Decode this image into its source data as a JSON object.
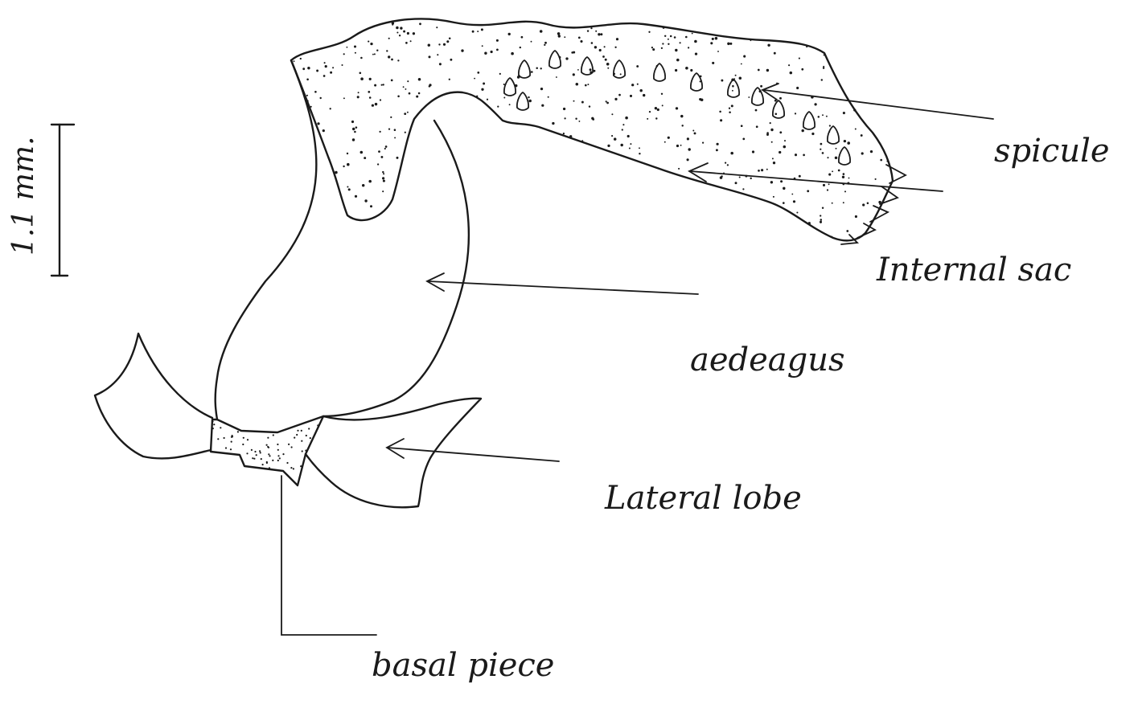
{
  "scale_bar": {
    "label": "1.1 mm."
  },
  "labels": {
    "spicule": "spicule",
    "internal_sac": "Internal sac",
    "aedeagus": "aedeagus",
    "lateral_lobe": "Lateral lobe",
    "basal_piece": "basal piece"
  },
  "colors": {
    "ink": "#1a1a1a",
    "paper": "#ffffff"
  }
}
